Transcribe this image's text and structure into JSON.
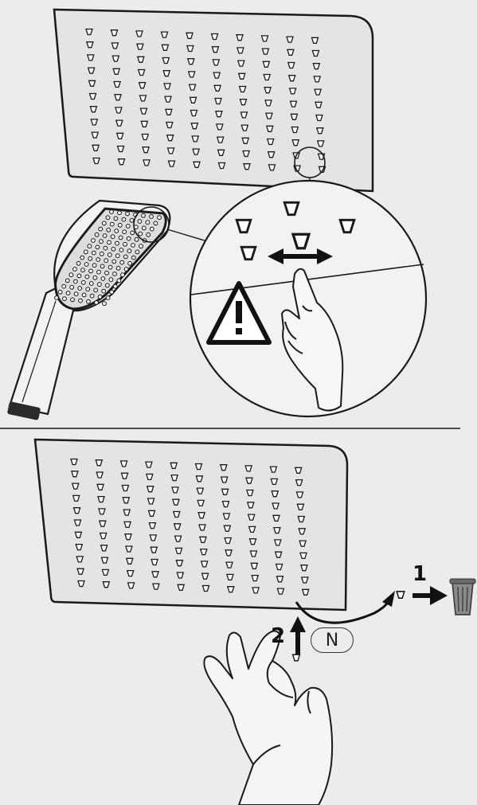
{
  "step_labels": {
    "remove_step": "1",
    "insert_step": "2"
  },
  "nozzle_badge": "N",
  "icons": {
    "warning": "warning-triangle-icon",
    "bin": "waste-bin-icon",
    "hand": "hand-icon"
  },
  "colors": {
    "line": "#1a1a1a",
    "background": "#ececec",
    "panel": "#e4e4e4"
  }
}
